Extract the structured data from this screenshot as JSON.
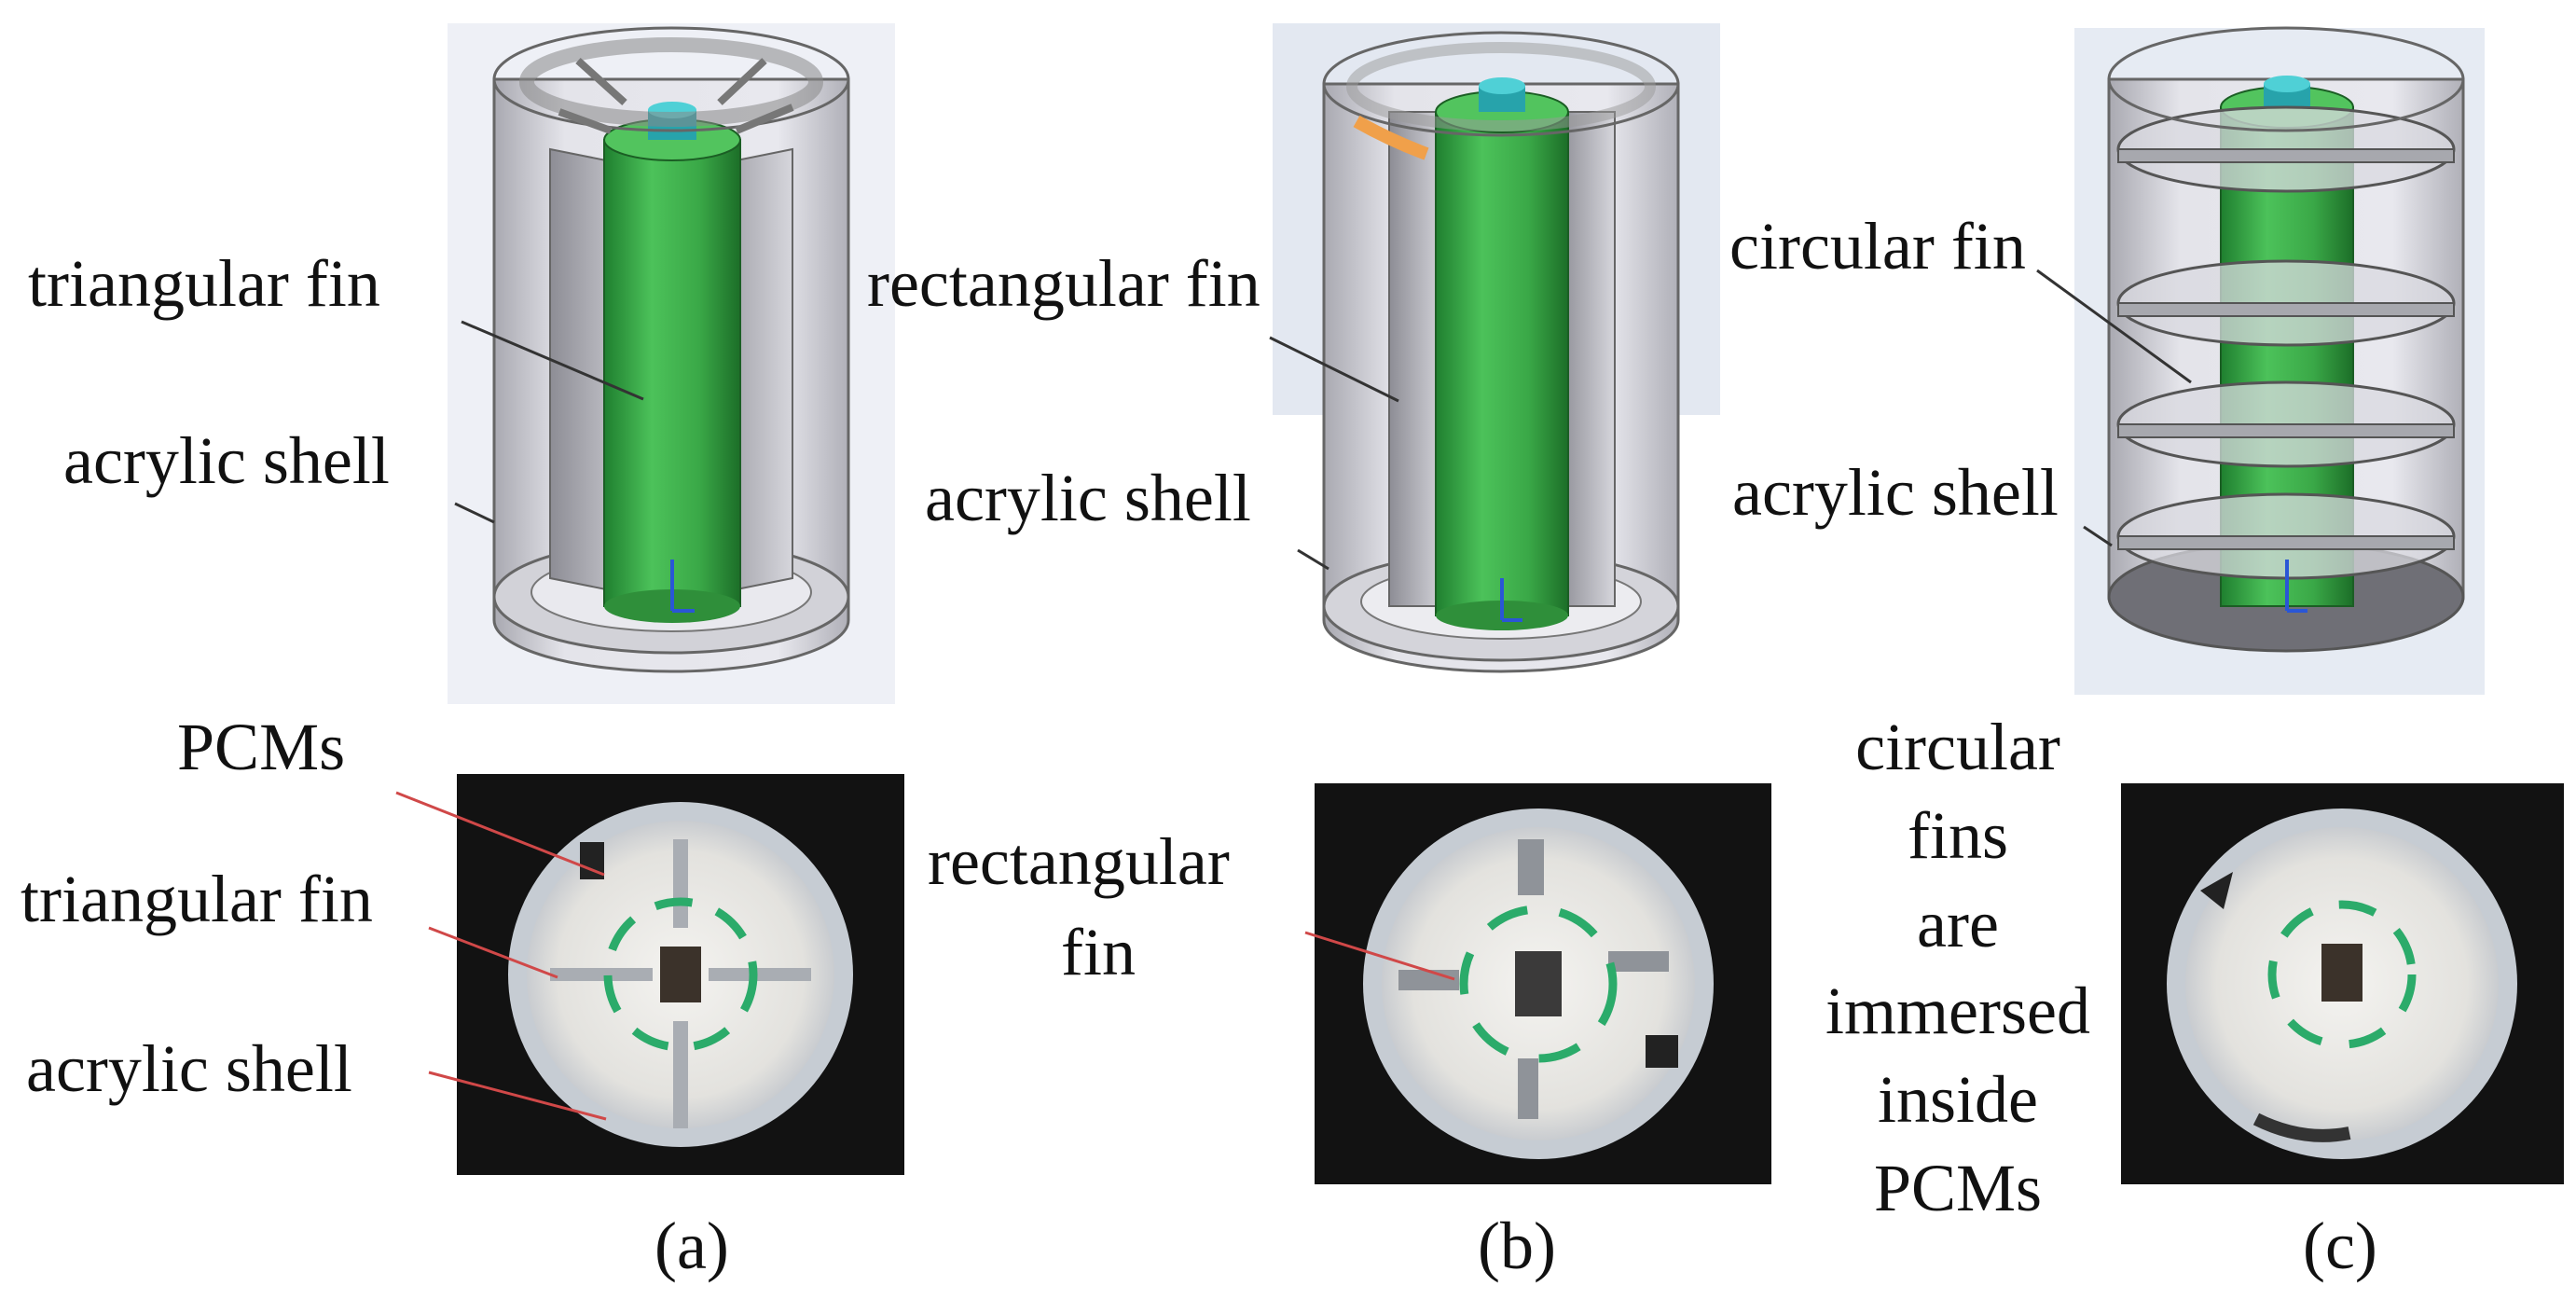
{
  "panels": [
    {
      "id": "a",
      "caption": "(a)",
      "fin_type": "triangular",
      "model_labels": [
        "triangular fin",
        "acrylic shell"
      ],
      "photo_labels": [
        "PCMs",
        "triangular fin",
        "acrylic shell"
      ]
    },
    {
      "id": "b",
      "caption": "(b)",
      "fin_type": "rectangular",
      "model_labels": [
        "rectangular fin",
        "acrylic shell"
      ],
      "photo_labels": [
        "rectangular",
        "fin"
      ]
    },
    {
      "id": "c",
      "caption": "(c)",
      "fin_type": "circular",
      "model_labels": [
        "circular fin",
        "acrylic shell"
      ],
      "photo_labels": [
        "circular",
        "fins",
        "are",
        "immersed",
        "inside",
        "PCMs"
      ]
    }
  ],
  "colors": {
    "battery_green": "#3fae4a",
    "battery_cap": "#2ab0b8",
    "shell_gray": "#c9c9cf",
    "photo_background": "#111111",
    "pcm_white": "#ecebe8",
    "leader_line_red": "#d04848"
  }
}
